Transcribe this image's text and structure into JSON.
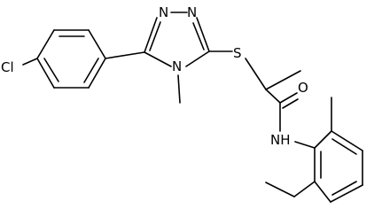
{
  "molecule": {
    "labels": {
      "chlorine": "Cl",
      "triazole_n1": "N",
      "triazole_n2": "N",
      "triazole_n4": "N",
      "sulfur": "S",
      "oxygen": "O",
      "amide_nh": "NH"
    },
    "colors": {
      "bond": "#000000",
      "text": "#000000",
      "background": "#ffffff"
    }
  }
}
